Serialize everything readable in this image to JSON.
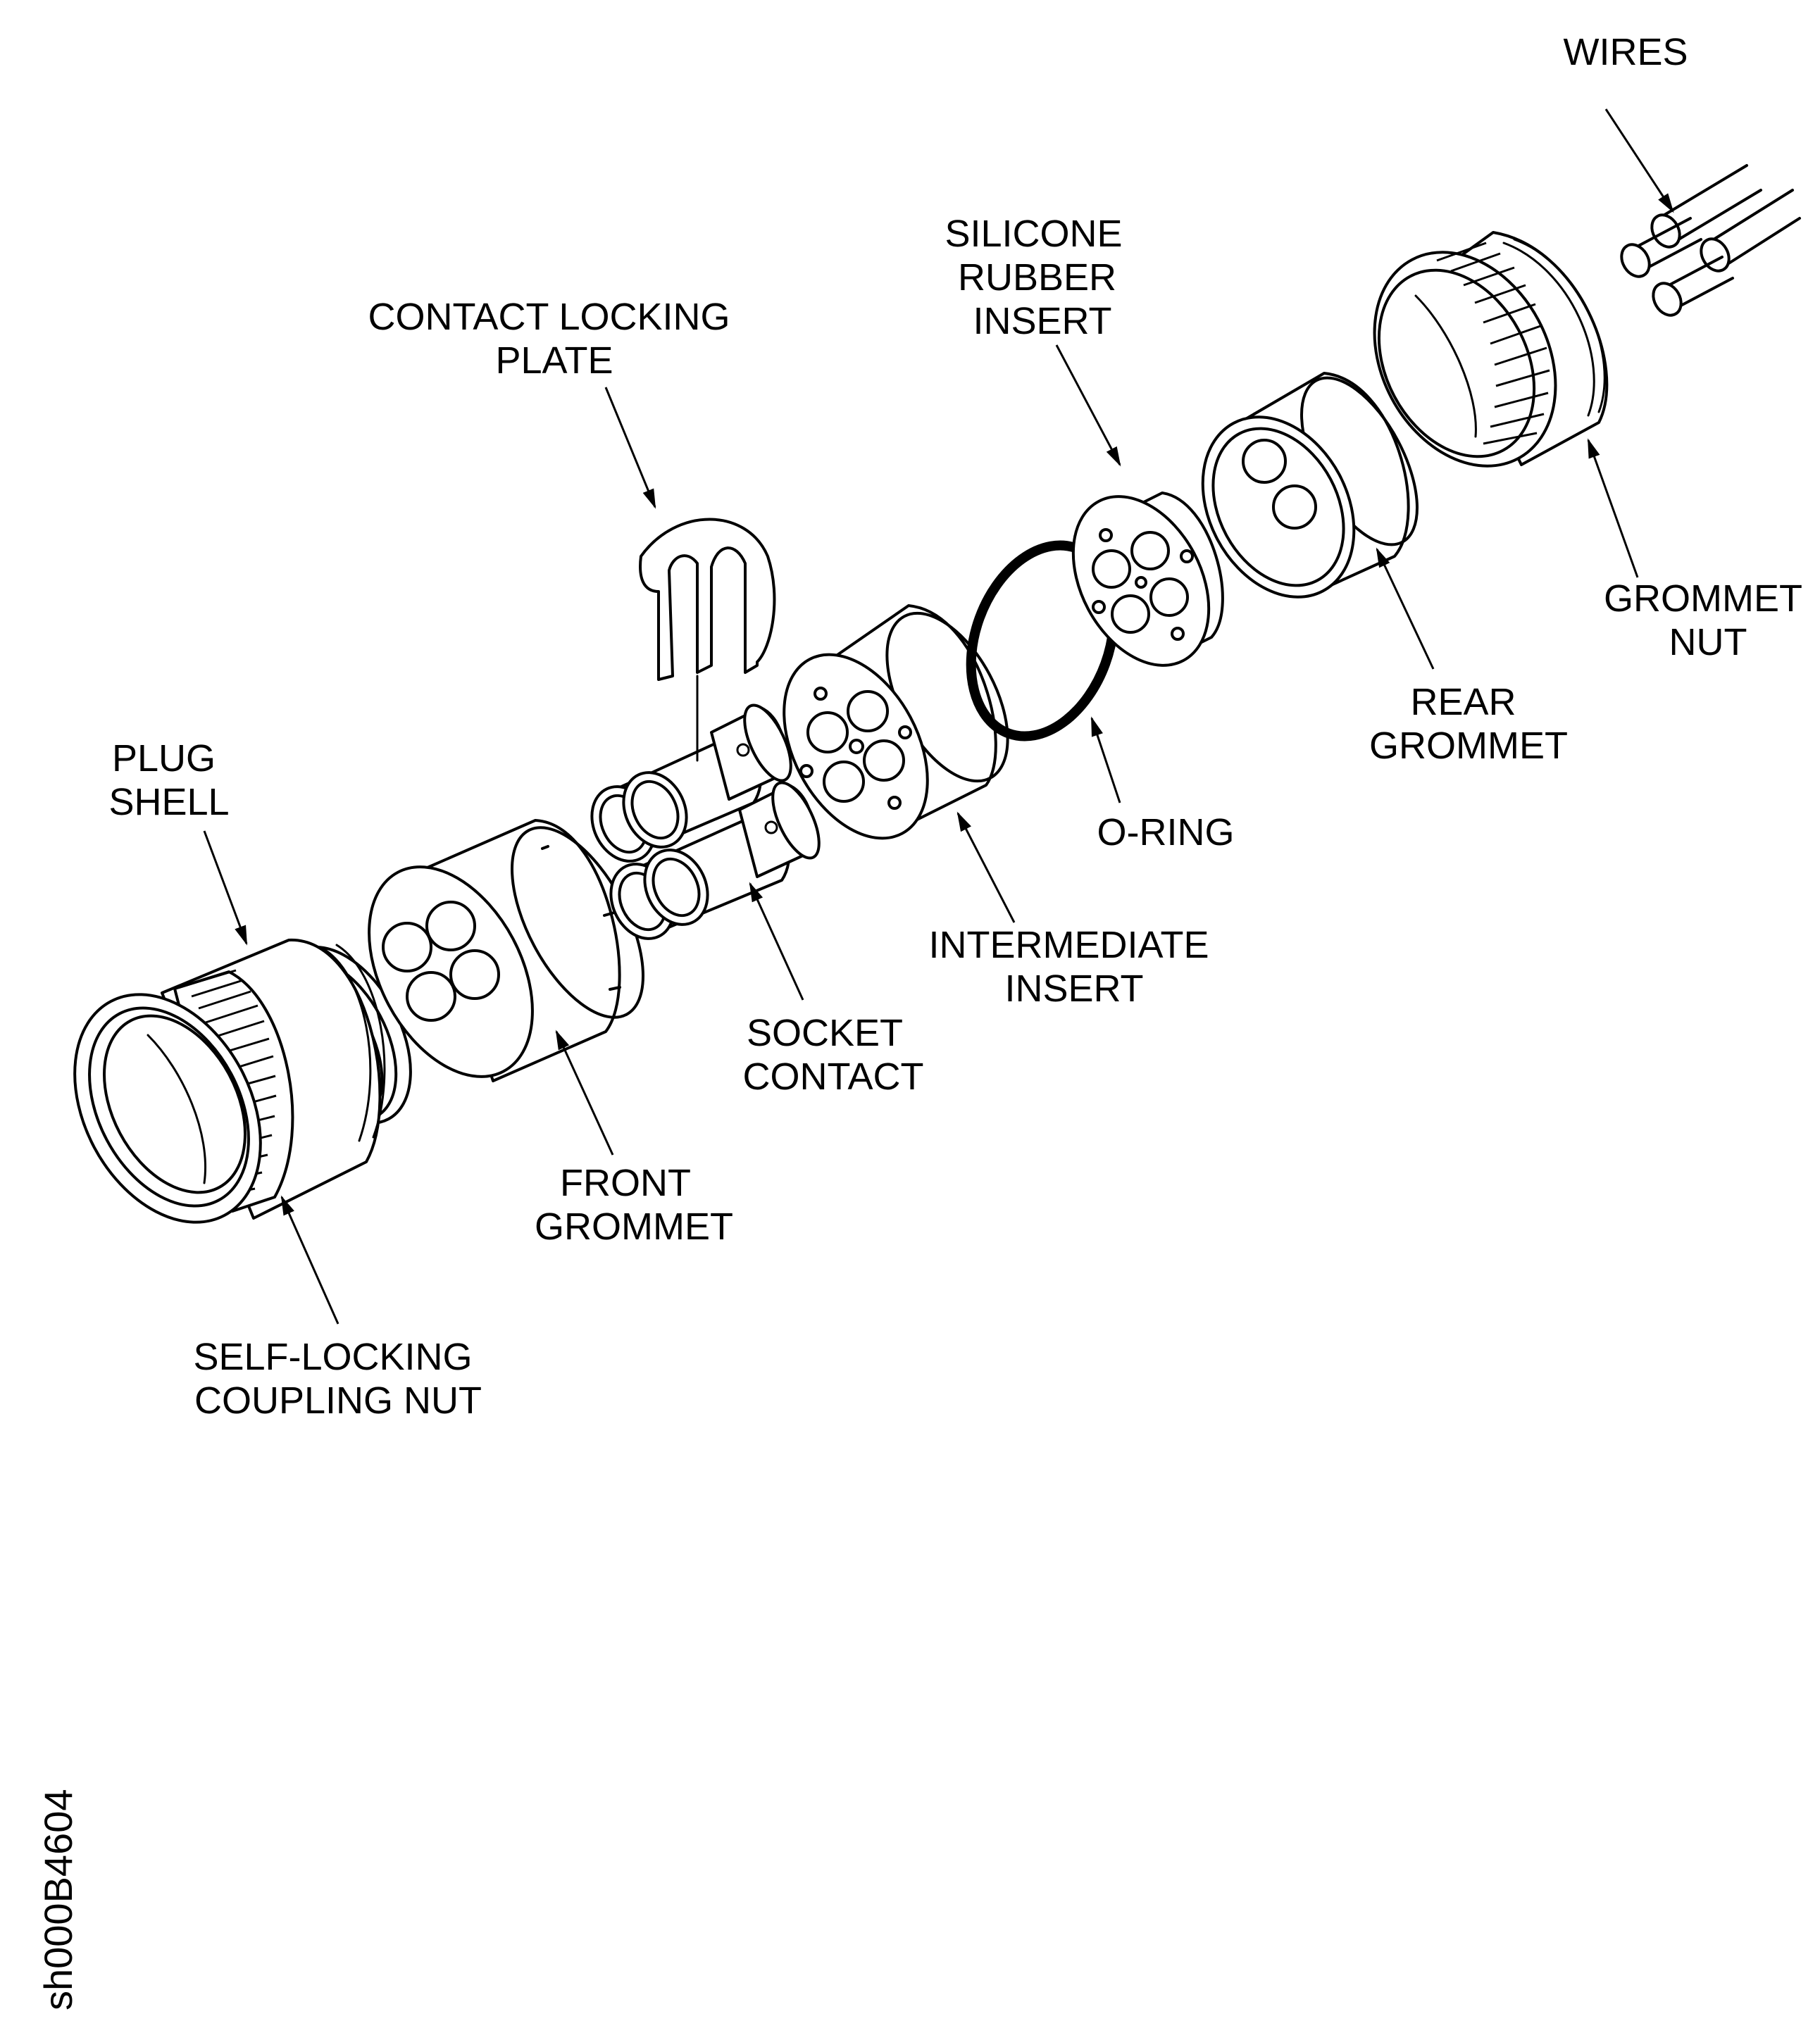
{
  "labels": {
    "wires": "WIRES",
    "silicone_rubber_insert": [
      "SILICONE",
      "RUBBER",
      "INSERT"
    ],
    "contact_locking_plate": [
      "CONTACT LOCKING",
      "PLATE"
    ],
    "grommet_nut": [
      "GROMMET",
      "NUT"
    ],
    "rear_grommet": [
      "REAR",
      "GROMMET"
    ],
    "plug_shell": [
      "PLUG",
      "SHELL"
    ],
    "o_ring": "O-RING",
    "intermediate_insert": [
      "INTERMEDIATE",
      "INSERT"
    ],
    "socket_contact": [
      "SOCKET",
      "CONTACT"
    ],
    "front_grommet": [
      "FRONT",
      "GROMMET"
    ],
    "self_locking_coupling_nut": [
      "SELF-LOCKING",
      "COUPLING NUT"
    ]
  },
  "figure_id": "sh000B4604",
  "colors": {
    "line": "#000000",
    "background": "#ffffff"
  }
}
